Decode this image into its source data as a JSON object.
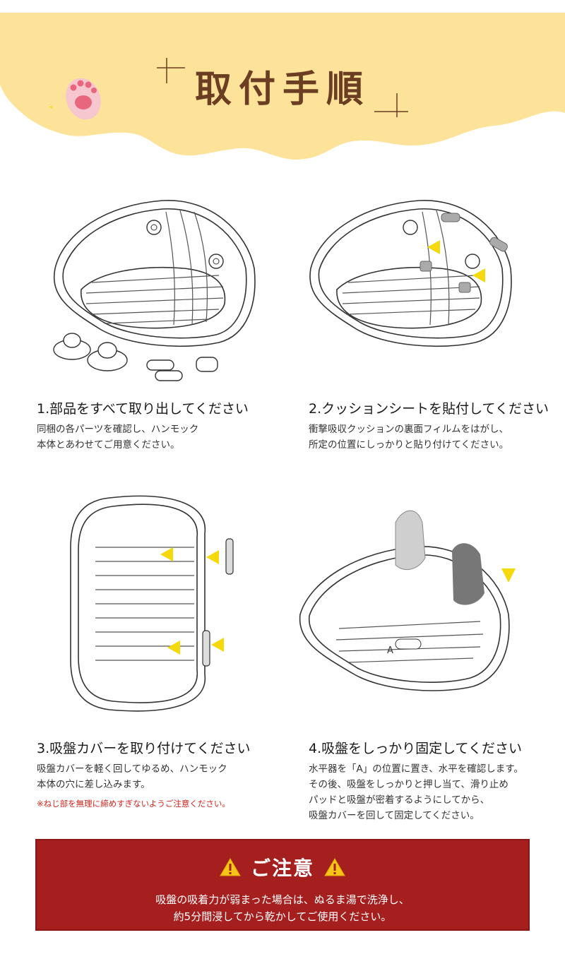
{
  "header": {
    "title": "取付手順",
    "bg_color": "#fde39a",
    "title_color": "#6b3d22"
  },
  "steps": [
    {
      "title": "1.部品をすべて取り出してください",
      "desc": [
        "同梱の各パーツを確認し、ハンモック",
        "本体とあわせてご用意ください。"
      ]
    },
    {
      "title": "2.クッションシートを貼付してください",
      "desc": [
        "衝撃吸収クッションの裏面フィルムをはがし、",
        "所定の位置にしっかりと貼り付けてください。"
      ]
    },
    {
      "title": "3.吸盤カバーを取り付けてください",
      "desc": [
        "吸盤カバーを軽く回してゆるめ、ハンモック",
        "本体の穴に差し込みます。"
      ],
      "note": "※ねじ部を無理に締めすぎないようご注意ください。"
    },
    {
      "title": "4.吸盤をしっかり固定してください",
      "desc": [
        "水平器を「A」の位置に置き、水平を確認します。",
        "その後、吸盤をしっかりと押し当て、滑り止め",
        "パッドと吸盤が密着するようにしてから、",
        "吸盤カバーを回して固定してください。"
      ],
      "marker": "A"
    }
  ],
  "notice": {
    "title": "ご注意",
    "body": [
      "吸盤の吸着力が弱まった場合は、ぬるま湯で洗浄し、",
      "約5分間浸してから乾かしてご使用ください。"
    ],
    "bg_color": "#a51f1f",
    "icon": "warning-icon"
  },
  "colors": {
    "arrow": "#f5d90a",
    "accent_red": "#d2251d"
  }
}
